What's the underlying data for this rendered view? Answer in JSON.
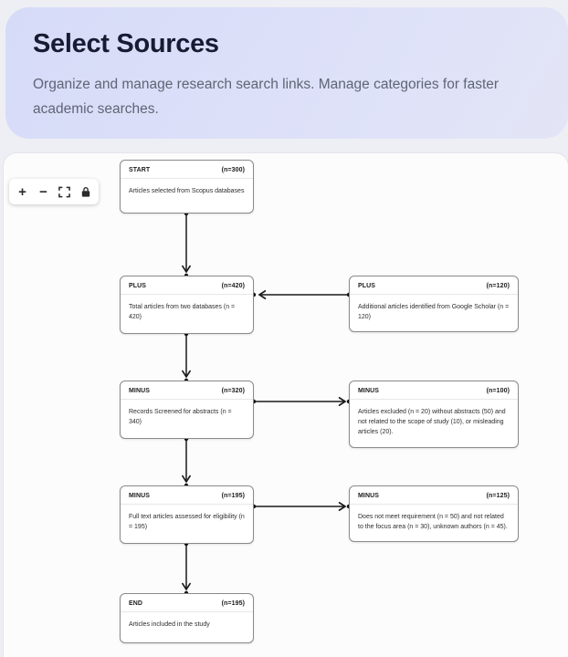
{
  "header": {
    "title": "Select Sources",
    "subtitle": "Organize and manage research search links. Manage categories for faster academic searches."
  },
  "controls": {
    "zoom_in": "+",
    "zoom_out": "−",
    "fit_view": "fit-view",
    "lock": "lock-interactivity"
  },
  "flowchart": {
    "nodes": [
      {
        "type": "START",
        "count": "(n=300)",
        "description": "Articles selected from Scopus databases"
      },
      {
        "type": "PLUS",
        "count": "(n=420)",
        "description": "Total articles from two databases (n = 420)"
      },
      {
        "type": "PLUS",
        "count": "(n=120)",
        "description": "Additional articles identified from Google Scholar (n = 120)"
      },
      {
        "type": "MINUS",
        "count": "(n=320)",
        "description": "Records Screened for abstracts (n = 340)"
      },
      {
        "type": "MINUS",
        "count": "(n=100)",
        "description": "Articles excluded (n = 20) without abstracts (50) and not related to the scope of study (10), or misleading articles (20)."
      },
      {
        "type": "MINUS",
        "count": "(n=195)",
        "description": "Full text articles assessed for eligibility (n = 195)"
      },
      {
        "type": "MINUS",
        "count": "(n=125)",
        "description": "Does not meet requirement (n = 50) and not related to the focus area (n = 30), unknown authors (n = 45)."
      },
      {
        "type": "END",
        "count": "(n=195)",
        "description": "Articles included in the study"
      }
    ],
    "edges": [
      {
        "from": "START (n=300)",
        "to": "PLUS (n=420)",
        "direction": "down"
      },
      {
        "from": "PLUS (n=120)",
        "to": "PLUS (n=420)",
        "direction": "left"
      },
      {
        "from": "PLUS (n=420)",
        "to": "MINUS (n=320)",
        "direction": "down"
      },
      {
        "from": "MINUS (n=320)",
        "to": "MINUS (n=100)",
        "direction": "right"
      },
      {
        "from": "MINUS (n=320)",
        "to": "MINUS (n=195)",
        "direction": "down"
      },
      {
        "from": "MINUS (n=195)",
        "to": "MINUS (n=125)",
        "direction": "right"
      },
      {
        "from": "MINUS (n=195)",
        "to": "END (n=195)",
        "direction": "down"
      }
    ]
  },
  "colors": {
    "header_bg": "#dadef8",
    "title": "#171c33",
    "subtitle": "#5f6575",
    "page_bg": "#edeff4",
    "canvas_bg": "#fcfcfd",
    "node_border": "#8a8a8a",
    "edge": "#1a1a1a"
  }
}
